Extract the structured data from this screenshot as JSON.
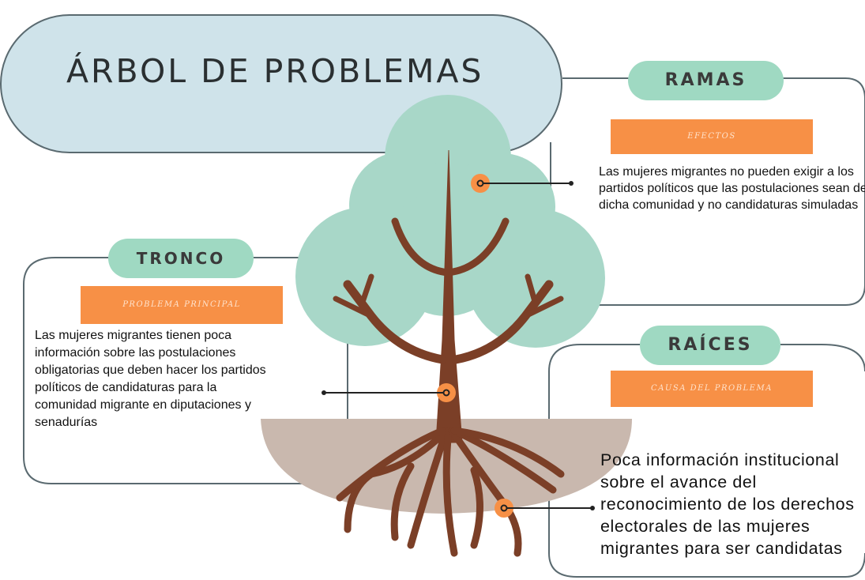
{
  "title": "ÁRBOL DE PROBLEMAS",
  "ramas": {
    "label": "RAMAS",
    "tag": "EFECTOS",
    "text": "Las mujeres migrantes no pueden exigir a los partidos políticos que las postulaciones sean de dicha comunidad y no candidaturas simuladas"
  },
  "tronco": {
    "label": "TRONCO",
    "tag": "PROBLEMA PRINCIPAL",
    "text": "Las mujeres migrantes tienen poca información sobre las postulaciones obligatorias que deben hacer los partidos políticos de candidaturas para la comunidad migrante en diputaciones y senadurías"
  },
  "raices": {
    "label": "RAÍCES",
    "tag": "CAUSA DEL PROBLEMA",
    "text": "Poca información institucional sobre el avance del reconocimiento de los derechos electorales de las mujeres migrantes para ser candidatas"
  },
  "colors": {
    "title_bg": "#cfe3ea",
    "pill_green": "#9fd9c2",
    "tag_orange": "#f79046",
    "foliage": "#a8d7c8",
    "trunk": "#7b3f27",
    "ground": "#c9b8ae"
  }
}
